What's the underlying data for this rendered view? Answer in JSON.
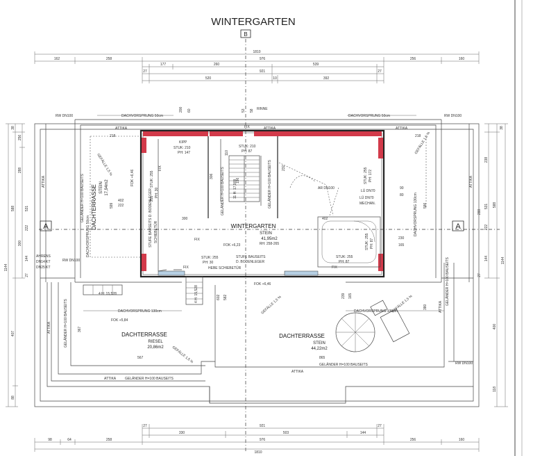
{
  "title": "WINTERGARTEN",
  "section_marker": "B",
  "section_markers_side": [
    "A",
    "A"
  ],
  "dims_top_row1": [
    "1810"
  ],
  "dims_top_row2": [
    "162",
    "258",
    "976",
    "256",
    "160"
  ],
  "dims_top_row3": [
    "27",
    "177",
    "260",
    "539",
    "27"
  ],
  "dims_top_row4": [
    "921"
  ],
  "dims_top_row5": [
    "520",
    "10",
    "392"
  ],
  "dims_bottom_row1": [
    "27",
    "921",
    "27"
  ],
  "dims_bottom_row2": [
    "330",
    "503",
    "144"
  ],
  "dims_bottom_row3": [
    "98",
    "64",
    "258",
    "976",
    "256",
    "160"
  ],
  "dims_bottom_row4": [
    "1810"
  ],
  "dims_left_outer": [
    "1144"
  ],
  "dims_left_mid": [
    "38",
    "588",
    "300",
    "407",
    "88"
  ],
  "dims_left_inner": [
    "256",
    "288",
    "531",
    "222",
    "144",
    "27"
  ],
  "dims_right_outer": [
    "1144"
  ],
  "dims_right_mid": [
    "38",
    "588",
    "222",
    "144",
    "400",
    "118"
  ],
  "dims_right_inner": [
    "238",
    "531",
    "288",
    "27"
  ],
  "top_labels": {
    "rw_left": "RW DN100",
    "dachvorsprung_left": "DACHVORSPRUNG 50cm",
    "rinne": "RINNE",
    "dachvorsprung_right": "DACHVORSPRUNG 50cm",
    "rw_right": "RW DN100",
    "attika_left": "ATTIKA",
    "attika_center": "ATTIKA",
    "attika_right": "ATTIKA",
    "fix_top": "FIX",
    "d200": "200",
    "d60": "60",
    "d53": "53",
    "d58": "58"
  },
  "rooms": {
    "wintergarten": {
      "name": "WINTERGARTEN",
      "floor": "STEIN",
      "area": "41,95m2",
      "height": "RH: 258-265"
    },
    "dachterrasse_left_vertical": {
      "name": "DACHTERRASSE",
      "floor": "STEIN",
      "area": "17,94m2"
    },
    "dachterrasse_riesel": {
      "name": "DACHTERRASSE",
      "floor": "RIESEL",
      "area": "20,86m2"
    },
    "dachterrasse_stein": {
      "name": "DACHTERRASSE",
      "floor": "STEIN",
      "area": "44,22m2"
    }
  },
  "window_labels": {
    "kipp": "KIPP",
    "stuk210_a": "STUK: 210",
    "ph147": "PH: 147",
    "stuk210_b": "STUK: 210",
    "ph87_a": "PH: 87",
    "stuk255_left": "STUK: 255",
    "ph30_left": "PH: 30",
    "stuk255_bl": "STUK: 255",
    "ph30_bl": "PH: 30",
    "stuk255_br": "STUK: 255",
    "ph87_br": "PH: 87",
    "stuk255_rt": "STUK: 255",
    "ph172": "PH: 172",
    "stuk255_rb": "STUK: 255",
    "ph87_rb": "PH: 87",
    "fix_left": "FIX",
    "fix_mid": "FIX",
    "fix_bottom": "FIX",
    "fix_right": "FIX"
  },
  "annotations": {
    "gefaelle_1": "GEFÄLLE 1,5 %",
    "gefaelle_2": "GEFÄLLE 1,5 %",
    "gefaelle_3": "GEFÄLLE 1,5 %",
    "gefaelle_4": "GEFÄLLE 1,5 %",
    "gefaelle_5": "GEFÄLLE 1,5 %",
    "gelaender_left": "GELÄNDER H=100 BAUSEITS",
    "gelaender_stair": "GELÄNDER H=100 BAUSEITS",
    "gelaender_stair2": "GELÄNDER H=100 BAUSEITS",
    "gelaender_left_low": "GELÄNDER H=100 BAUSEITS",
    "gelaender_right": "GELÄNDER H=100 BAUSEITS",
    "gelaender_bottom": "GELÄNDER H=100 BAUSEITS",
    "gelaender_bottom_right": "GELÄNDER H=100 BAUSEITS",
    "attika_left_v": "ATTIKA",
    "attika_left_v2": "ATTIKA",
    "attika_right_v": "ATTIKA",
    "attika_right_v2": "ATTIKA",
    "attika_bottom": "ATTIKA",
    "attika_bottom_r": "ATTIKA",
    "fok_646": "FOK +6,46",
    "fok_623": "FOK +6,23",
    "fok_646b": "FOK +6,46",
    "fok_584": "FOK +5,84",
    "stair_steps": "11 H: 17,909",
    "stair_steps2": "4 H: 15,528",
    "stair_steps3": "4 H: 15,528",
    "hebeschiebe": "HEBE SCHIEBETÜR",
    "stufe_bauseits": "STUFE BAUSEITS",
    "stufe_boden": "D. BODENLEGER",
    "stufe_left": "STUFE BAUSEITS D. BODENLEGER",
    "schiebe_left": "SCHIEBETÜR",
    "dachvorsprung_left_low": "DACHVORSPRUNG 130cm",
    "dachvorsprung_right_low": "DACHVORSPRUNG 130cm",
    "dachvorsprung_right_v": "DACHVORSPRUNG 130cm",
    "dachvorsprung_left_v": "DACHVORSPRUNG 50cm",
    "ar_dn100": "AR DN100",
    "lu_dn70_a": "LÜ DN70",
    "lu_dn70_b": "LÜ DN70",
    "mech": "MECHAN.",
    "ahrens": "AHRENS",
    "dn14": "DN14 KT",
    "dn25": "DN25 KT",
    "rw_dn100_left": "RW DN100",
    "rw_dn100_right": "RW DN100"
  },
  "inner_dims": {
    "d218_l": "218",
    "d218_r": "218",
    "d255": "255",
    "d300": "300",
    "d306": "306",
    "d232": "232",
    "d402_a": "402",
    "d222": "222",
    "d599": "599",
    "d402_b": "402",
    "d90": "90",
    "d80": "80",
    "d230": "230",
    "d165": "165",
    "d586": "586",
    "d602": "602",
    "d582": "582",
    "d196": "196",
    "d110": "110",
    "d239": "239",
    "d165b": "165",
    "d367": "367",
    "d567": "567",
    "d865": "865",
    "d380": "380"
  }
}
